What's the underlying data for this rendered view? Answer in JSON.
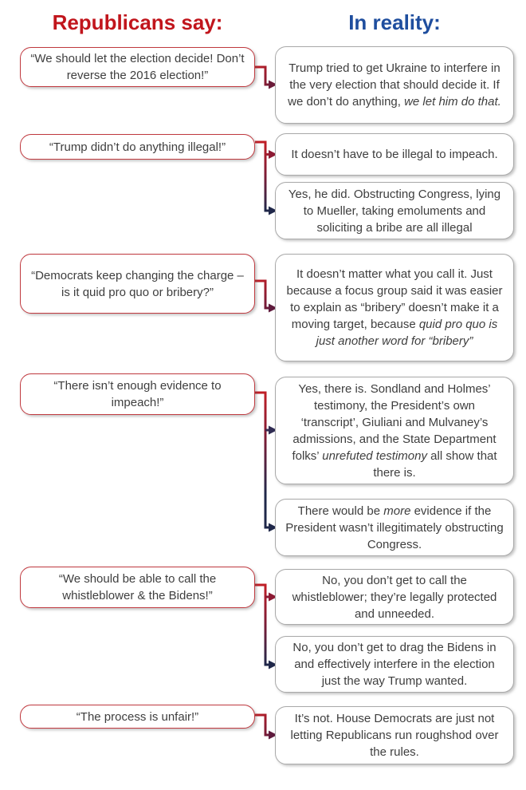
{
  "headers": {
    "left": "Republicans say:",
    "right": "In reality:"
  },
  "colors": {
    "header_red": "#C1151C",
    "header_blue": "#1F4E9E",
    "claim_border": "#C0393F",
    "response_border": "#A9A9A9",
    "body_text": "#3E3E3E",
    "arrow_red": "#C01E26",
    "arrow_navy": "#1F2749",
    "arrow_maroon": "#6A1B38"
  },
  "rows": [
    {
      "claim": {
        "parts": [
          {
            "t": "“We should let the election decide! Don’t reverse the 2016 election!”",
            "i": false
          }
        ]
      },
      "responses": [
        {
          "parts": [
            {
              "t": "Trump tried to get Ukraine to interfere in the very election that should decide it. If we don’t do anything, ",
              "i": false
            },
            {
              "t": "we let him do that.",
              "i": true
            }
          ]
        }
      ]
    },
    {
      "claim": {
        "parts": [
          {
            "t": "“Trump didn’t do anything illegal!”",
            "i": false
          }
        ]
      },
      "responses": [
        {
          "parts": [
            {
              "t": "It doesn’t have to be illegal to impeach.",
              "i": false
            }
          ]
        },
        {
          "parts": [
            {
              "t": "Yes, he did. Obstructing Congress, lying to Mueller, taking emoluments and soliciting a bribe are all illegal",
              "i": false
            }
          ]
        }
      ]
    },
    {
      "claim": {
        "parts": [
          {
            "t": "“Democrats keep changing the charge – is it quid pro quo or bribery?”",
            "i": false
          }
        ]
      },
      "responses": [
        {
          "parts": [
            {
              "t": "It doesn’t matter what you call it. Just because a focus group said it was easier to explain as “bribery” doesn’t make it a moving target, because ",
              "i": false
            },
            {
              "t": "quid pro quo is just another word for “bribery”",
              "i": true
            }
          ]
        }
      ]
    },
    {
      "claim": {
        "parts": [
          {
            "t": "“There isn’t enough evidence to impeach!”",
            "i": false
          }
        ]
      },
      "responses": [
        {
          "parts": [
            {
              "t": "Yes, there is. Sondland and Holmes’ testimony, the President’s own ‘transcript’, Giuliani and Mulvaney’s admissions, and the State Department folks’ ",
              "i": false
            },
            {
              "t": "unrefuted testimony",
              "i": true
            },
            {
              "t": " all show that there is.",
              "i": false
            }
          ]
        },
        {
          "parts": [
            {
              "t": "There would be ",
              "i": false
            },
            {
              "t": "more",
              "i": true
            },
            {
              "t": " evidence if the President wasn’t illegitimately obstructing Congress.",
              "i": false
            }
          ]
        }
      ]
    },
    {
      "claim": {
        "parts": [
          {
            "t": "“We should be able to call the whistleblower & the Bidens!”",
            "i": false
          }
        ]
      },
      "responses": [
        {
          "parts": [
            {
              "t": "No, you don’t get to call the whistleblower; they’re legally protected and unneeded.",
              "i": false
            }
          ]
        },
        {
          "parts": [
            {
              "t": "No, you don’t get to drag the Bidens in and effectively interfere in the election just the way Trump wanted.",
              "i": false
            }
          ]
        }
      ]
    },
    {
      "claim": {
        "parts": [
          {
            "t": "“The process is unfair!”",
            "i": false
          }
        ]
      },
      "responses": [
        {
          "parts": [
            {
              "t": "It’s not. House Democrats are just not letting Republicans run roughshod over the rules.",
              "i": false
            }
          ]
        }
      ]
    }
  ]
}
